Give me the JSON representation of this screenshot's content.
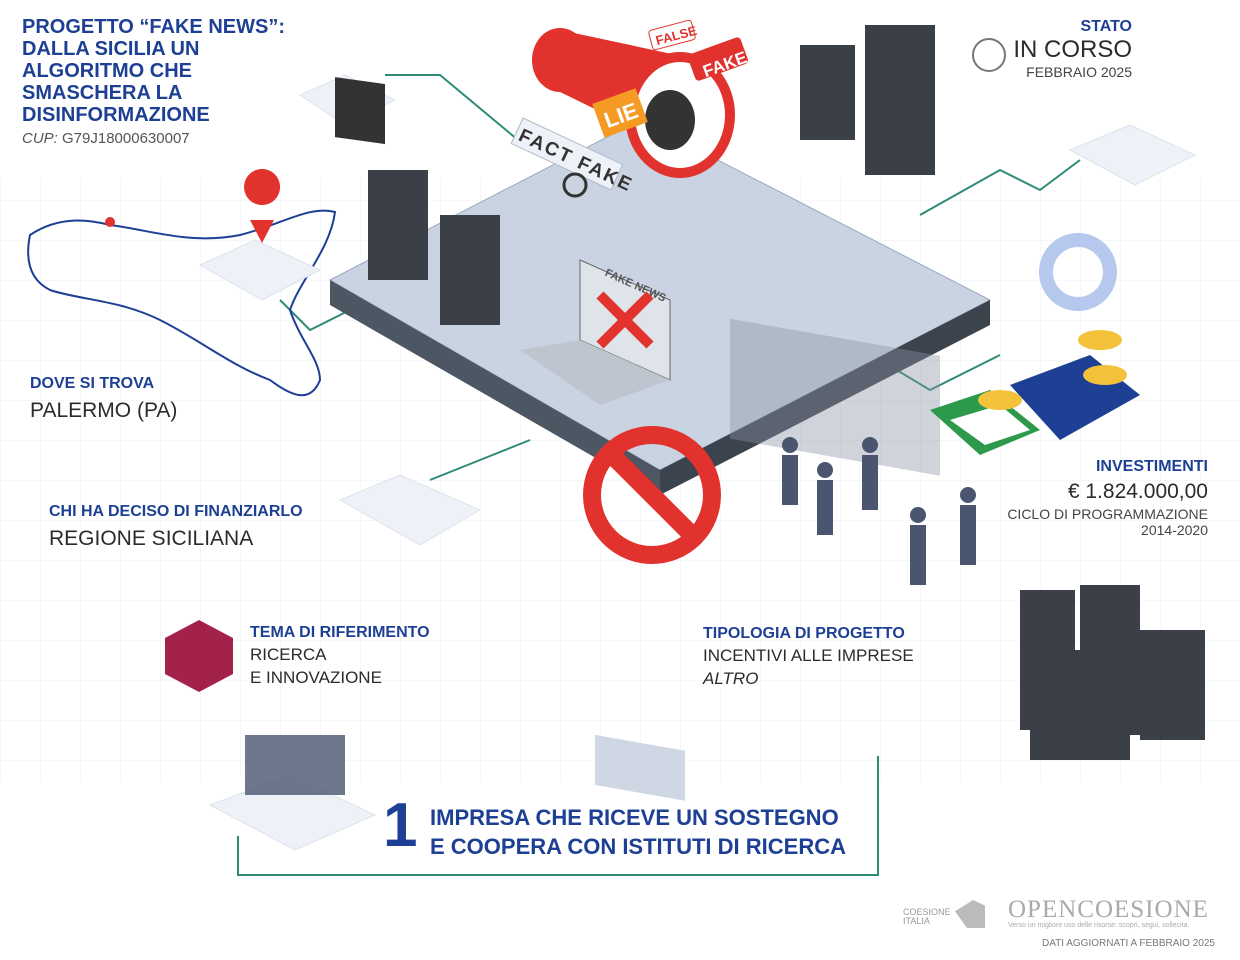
{
  "project": {
    "title": "PROGETTO “FAKE NEWS”: DALLA SICILIA UN ALGORITMO CHE SMASCHERA LA DISINFORMAZIONE",
    "cup_label": "CUP:",
    "cup_value": "G79J18000630007"
  },
  "status": {
    "label": "STATO",
    "value": "IN CORSO",
    "date": "FEBBRAIO 2025",
    "icon": "clock-icon"
  },
  "location": {
    "label": "DOVE SI TROVA",
    "value": "PALERMO (PA)"
  },
  "funder": {
    "label": "CHI HA DECISO DI FINANZIARLO",
    "value": "REGIONE SICILIANA"
  },
  "investment": {
    "label": "INVESTIMENTI",
    "value": "€ 1.824.000,00",
    "cycle": "CICLO DI PROGRAMMAZIONE",
    "years": "2014-2020"
  },
  "theme": {
    "label": "TEMA DI RIFERIMENTO",
    "line1": "RICERCA",
    "line2": "E INNOVAZIONE",
    "color": "#a3224a"
  },
  "type": {
    "label": "TIPOLOGIA DI PROGETTO",
    "line1": "INCENTIVI ALLE IMPRESE",
    "line2": "ALTRO"
  },
  "beneficiaries": {
    "count": "1",
    "line1": "IMPRESA CHE RICEVE UN SOSTEGNO",
    "line2": "E COOPERA CON ISTITUTI DI RICERCA"
  },
  "illustration": {
    "sign_false": "FALSE",
    "sign_fake": "FAKE",
    "sign_lie": "LIE",
    "letters": "FACT FAKE",
    "laptop": "FAKE NEWS"
  },
  "footer": {
    "coesione": "COESIONE ITALIA",
    "brand": "OPENCOESIONE",
    "tagline": "Verso un migliore uso delle risorse: scopri, segui, sollecita.",
    "updated": "DATI AGGIORNATI A FEBBRAIO 2025"
  },
  "colors": {
    "accent_blue": "#1d3f94",
    "line_green": "#2f8a78",
    "red": "#e2322d"
  }
}
